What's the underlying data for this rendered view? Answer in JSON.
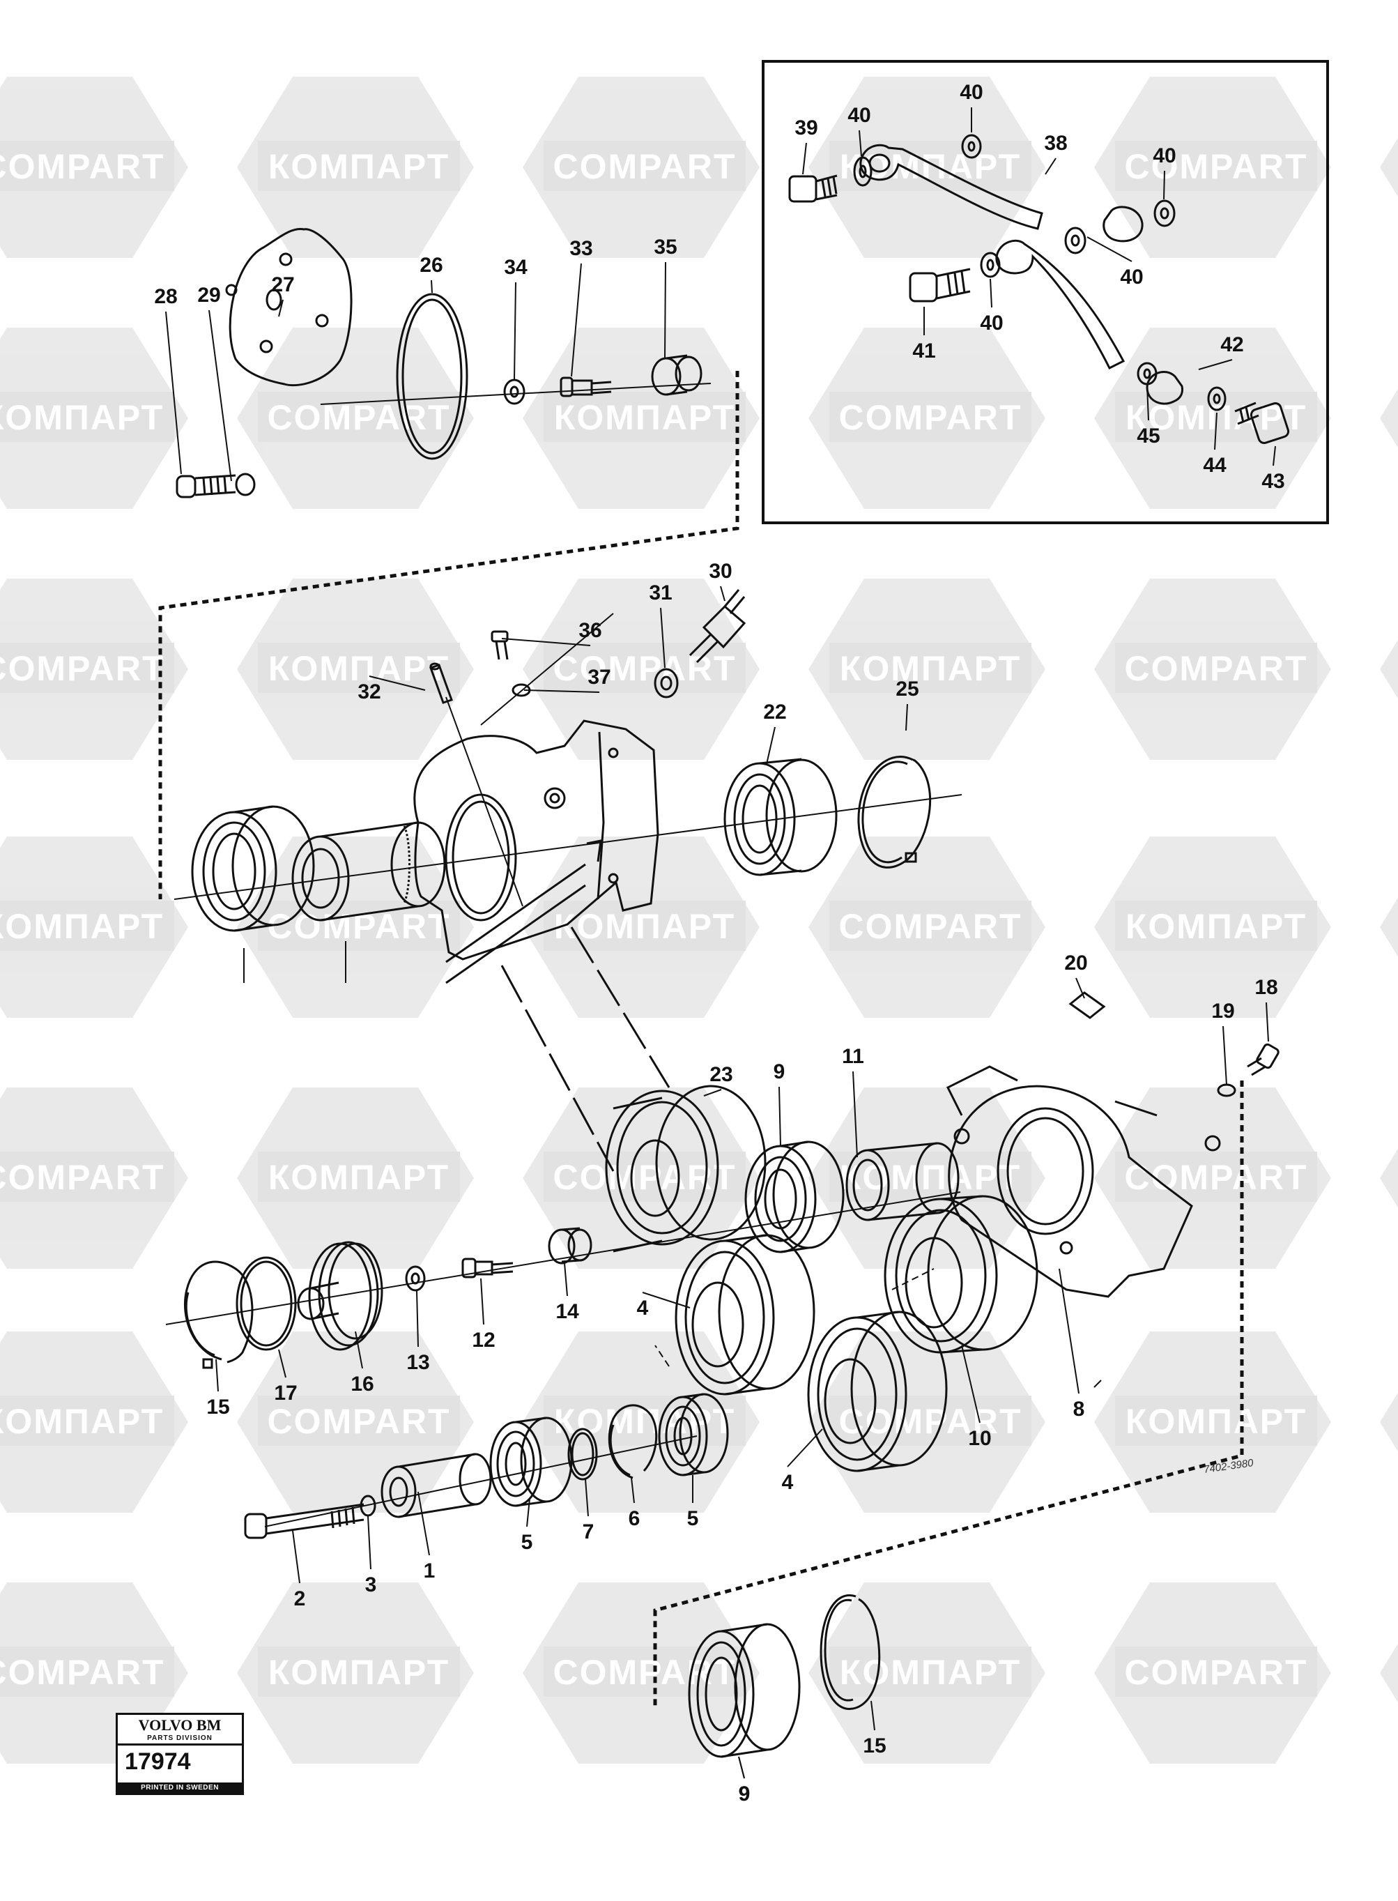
{
  "watermark": {
    "text_latin": "COMPART",
    "text_cyrillic": "КОМПАРТ"
  },
  "plate": {
    "brand": "VOLVO BM",
    "division": "PARTS DIVISION",
    "number": "17974",
    "printed": "PRINTED IN SWEDEN"
  },
  "callouts": [
    "1",
    "2",
    "3",
    "4",
    "4",
    "5",
    "5",
    "6",
    "7",
    "8",
    "9",
    "9",
    "9",
    "10",
    "11",
    "12",
    "13",
    "14",
    "15",
    "15",
    "16",
    "17",
    "18",
    "19",
    "20",
    "22",
    "23",
    "25",
    "26",
    "27",
    "28",
    "29",
    "30",
    "31",
    "32",
    "33",
    "34",
    "35",
    "36",
    "37",
    "38",
    "39",
    "40",
    "40",
    "40",
    "40",
    "40",
    "41",
    "42",
    "43",
    "44",
    "45"
  ],
  "drawing_code": "7402-3980"
}
